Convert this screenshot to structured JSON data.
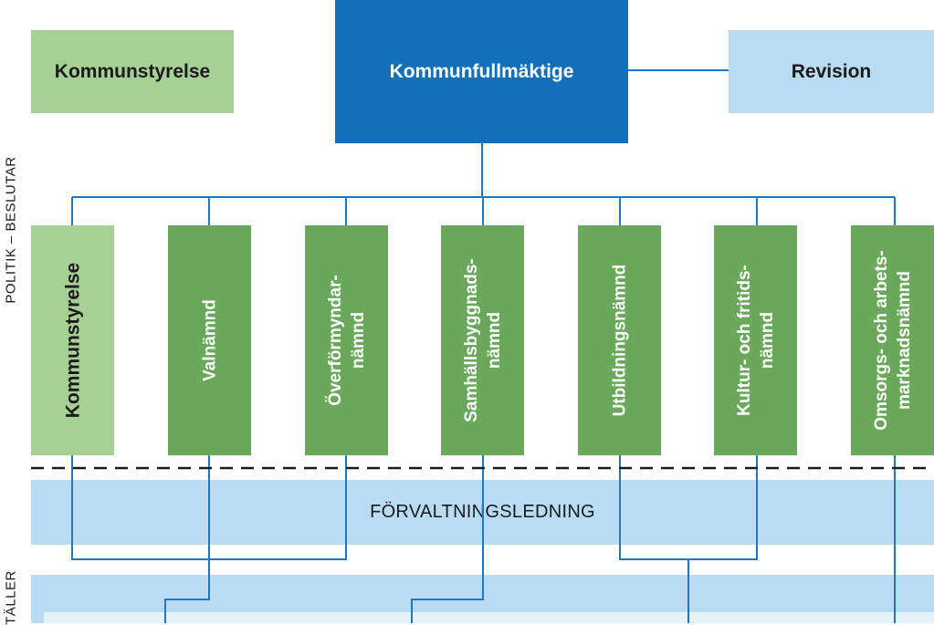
{
  "colors": {
    "council_blue": "#1370b8",
    "line_blue": "#1f78c2",
    "light_blue": "#b9dcf3",
    "light_green": "#a6d096",
    "mid_green": "#6aa85c",
    "pale_band": "#e6f3fb"
  },
  "top": {
    "left_box": "Kommunstyrelse",
    "council": "Kommunfullmäktige",
    "right_box": "Revision"
  },
  "committees": [
    {
      "lines": [
        "Kommunstyrelse"
      ],
      "style": "light"
    },
    {
      "lines": [
        "Valnämnd"
      ],
      "style": "dark"
    },
    {
      "lines": [
        "Överförmyndar-",
        "nämnd"
      ],
      "style": "dark"
    },
    {
      "lines": [
        "Samhällsbyggnads-",
        "nämnd"
      ],
      "style": "dark"
    },
    {
      "lines": [
        "Utbildningsnämnd"
      ],
      "style": "dark"
    },
    {
      "lines": [
        "Kultur- och  fritids-",
        "nämnd"
      ],
      "style": "dark"
    },
    {
      "lines": [
        "Omsorgs- och arbets-",
        "marknadsnämnd"
      ],
      "style": "dark"
    }
  ],
  "side_labels": {
    "upper": "POLITIK – BESLUTAR",
    "lower": "TÄLLER"
  },
  "band": {
    "label": "FÖRVALTNINGSLEDNING"
  }
}
